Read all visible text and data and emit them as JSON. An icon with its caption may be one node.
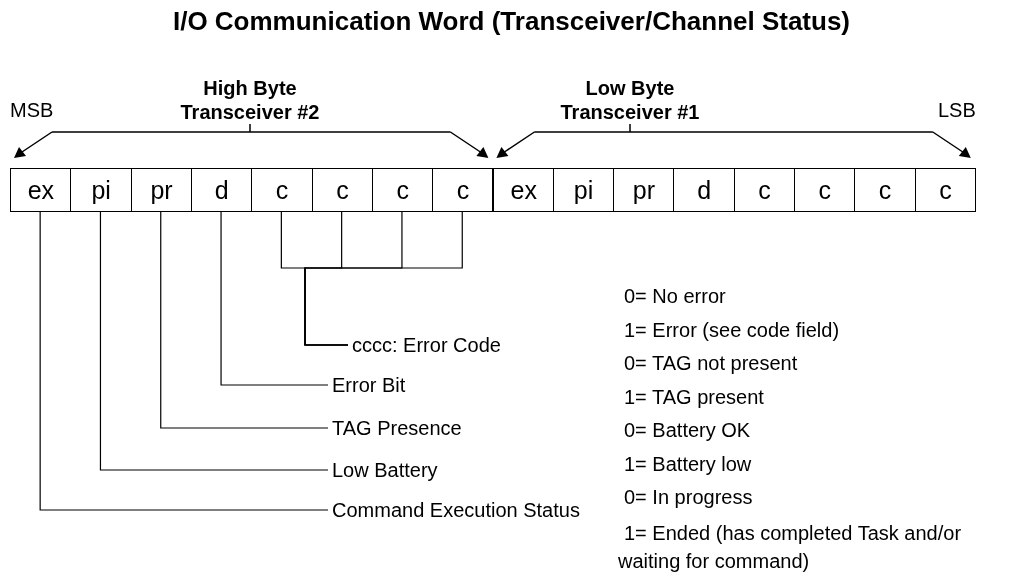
{
  "diagram": {
    "title": "I/O Communication Word (Transceiver/Channel Status)",
    "nodes": [
      {
        "text": [
          "ex"
        ]
      },
      {
        "text": [
          "pi"
        ]
      },
      {
        "text": [
          "pr"
        ]
      },
      {
        "text": [
          "d"
        ]
      },
      {
        "text": [
          "c"
        ]
      },
      {
        "text": [
          "c"
        ]
      },
      {
        "text": [
          "c"
        ]
      },
      {
        "text": [
          "c"
        ]
      },
      {
        "text": [
          "ex"
        ]
      },
      {
        "text": [
          "pi"
        ]
      },
      {
        "text": [
          "pr"
        ]
      },
      {
        "text": [
          "d"
        ]
      },
      {
        "text": [
          "c"
        ]
      },
      {
        "text": [
          "c"
        ]
      },
      {
        "text": [
          "c"
        ]
      },
      {
        "text": [
          "c"
        ]
      },
      {
        "text": [
          "cccc: Error Code"
        ]
      },
      {
        "text": [
          "Error Bit"
        ]
      },
      {
        "text": [
          "TAG Presence"
        ]
      },
      {
        "text": [
          "Low Battery"
        ]
      },
      {
        "text": [
          "Command Execution Status"
        ]
      }
    ],
    "edges": [
      {
        "from": 16,
        "to": 4,
        "arrow": "none"
      },
      {
        "from": 16,
        "to": 5,
        "arrow": "none"
      },
      {
        "from": 16,
        "to": 6,
        "arrow": "none"
      },
      {
        "from": 16,
        "to": 7,
        "arrow": "none"
      },
      {
        "from": 17,
        "to": 3,
        "arrow": "none"
      },
      {
        "from": 18,
        "to": 2,
        "arrow": "none"
      },
      {
        "from": 19,
        "to": 1,
        "arrow": "none"
      },
      {
        "from": 20,
        "to": 0,
        "arrow": "none"
      }
    ],
    "labels": [
      "High Byte Transceiver #2",
      "Low Byte Transceiver #1",
      "MSB",
      "LSB",
      "0= No error",
      "1= Error (see code field)",
      "0= TAG not present",
      "1= TAG present",
      "0= Battery OK",
      "1= Battery low",
      "0= In progress",
      "1= Ended (has completed Task and/or waiting for command)"
    ]
  }
}
